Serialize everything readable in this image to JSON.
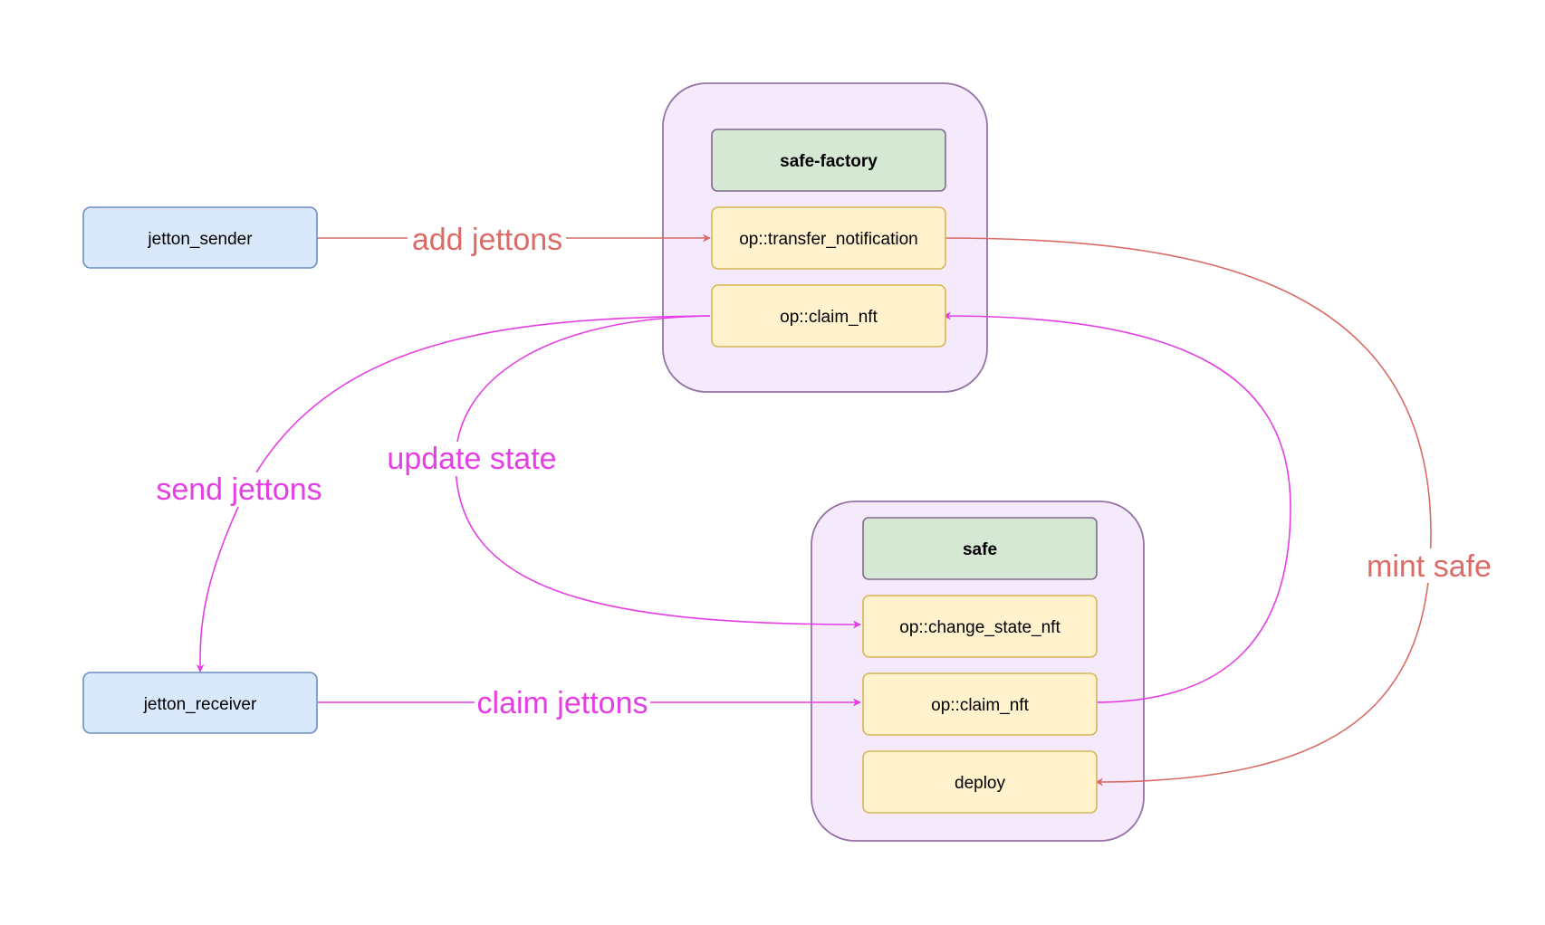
{
  "nodes": {
    "jetton_sender": "jetton_sender",
    "jetton_receiver": "jetton_receiver",
    "safe_factory": {
      "title": "safe-factory",
      "transfer_notification": "op::transfer_notification",
      "claim_nft": "op::claim_nft"
    },
    "safe": {
      "title": "safe",
      "change_state_nft": "op::change_state_nft",
      "claim_nft": "op::claim_nft",
      "deploy": "deploy"
    }
  },
  "edges": {
    "add_jettons": "add jettons",
    "send_jettons": "send jettons",
    "update_state": "update state",
    "claim_jettons": "claim jettons",
    "mint_safe": "mint safe"
  },
  "colors": {
    "container_fill": "#f5e9fc",
    "container_stroke": "#9673a6",
    "title_fill": "#d5e8d4",
    "title_stroke": "#82688f",
    "op_fill": "#fff2cc",
    "op_stroke": "#d6b656",
    "actor_fill": "#dae8fc",
    "actor_stroke": "#6c8ebf",
    "red_edge": "#d96c66",
    "magenta_edge": "#e43fe4"
  }
}
